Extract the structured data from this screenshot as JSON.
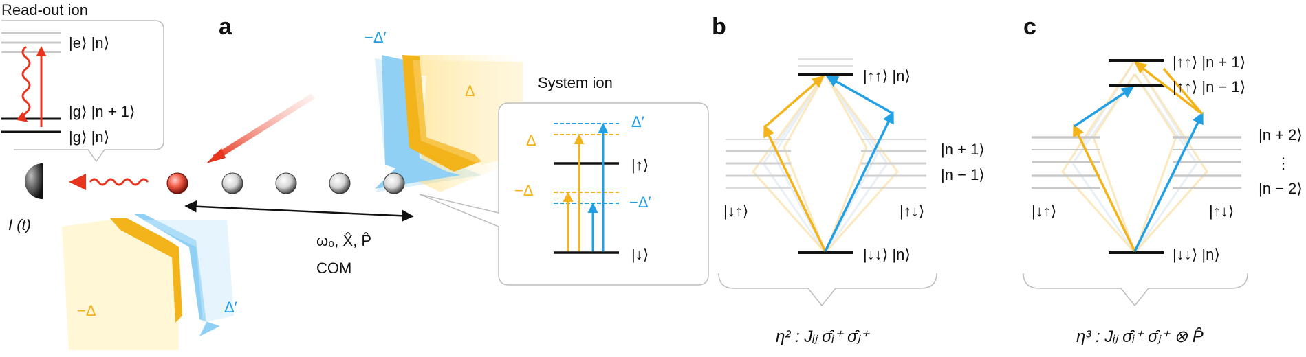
{
  "panels": {
    "a": "a",
    "b": "b",
    "c": "c"
  },
  "readout": {
    "title": "Read-out ion",
    "e_state": "|e⟩ |n⟩",
    "g_n1_state": "|g⟩ |n + 1⟩",
    "g_n_state": "|g⟩ |n⟩",
    "current": "I (t)"
  },
  "panel_a": {
    "minus_delta_prime_top": "−Δ′",
    "delta_top": "Δ",
    "minus_delta_bottom": "−Δ",
    "delta_prime_bottom": "Δ′",
    "mode_line1": "ω₀, X̂, P̂",
    "mode_line2": "COM",
    "system_title": "System ion",
    "sys_delta_prime": "Δ′",
    "sys_delta": "Δ",
    "sys_minus_delta": "−Δ",
    "sys_minus_delta_prime": "−Δ′",
    "sys_up": "|↑⟩",
    "sys_down": "|↓⟩"
  },
  "panel_b": {
    "top_state": "|↑↑⟩ |n⟩",
    "n_plus_1": "|n + 1⟩",
    "n_minus_1": "|n − 1⟩",
    "down_up": "|↓↑⟩",
    "up_down": "|↑↓⟩",
    "bottom_state": "|↓↓⟩ |n⟩",
    "caption": "η² : Jᵢⱼ σ̂ᵢ⁺ σ̂ⱼ⁺"
  },
  "panel_c": {
    "top_state_1": "|↑↑⟩ |n + 1⟩",
    "top_state_2": "|↑↑⟩ |n − 1⟩",
    "n_plus_2": "|n + 2⟩",
    "dots": "⋮",
    "n_minus_2": "|n − 2⟩",
    "down_up": "|↓↑⟩",
    "up_down": "|↑↓⟩",
    "bottom_state": "|↓↓⟩ |n⟩",
    "caption": "η³ : Jᵢⱼ σ̂ᵢ⁺ σ̂ⱼ⁺ ⊗ P̂"
  },
  "colors": {
    "yellow": "#f3b31b",
    "blue": "#23a0e4",
    "red": "#e8341c",
    "level": "#111111",
    "grey_level": "#c8c8c8"
  }
}
